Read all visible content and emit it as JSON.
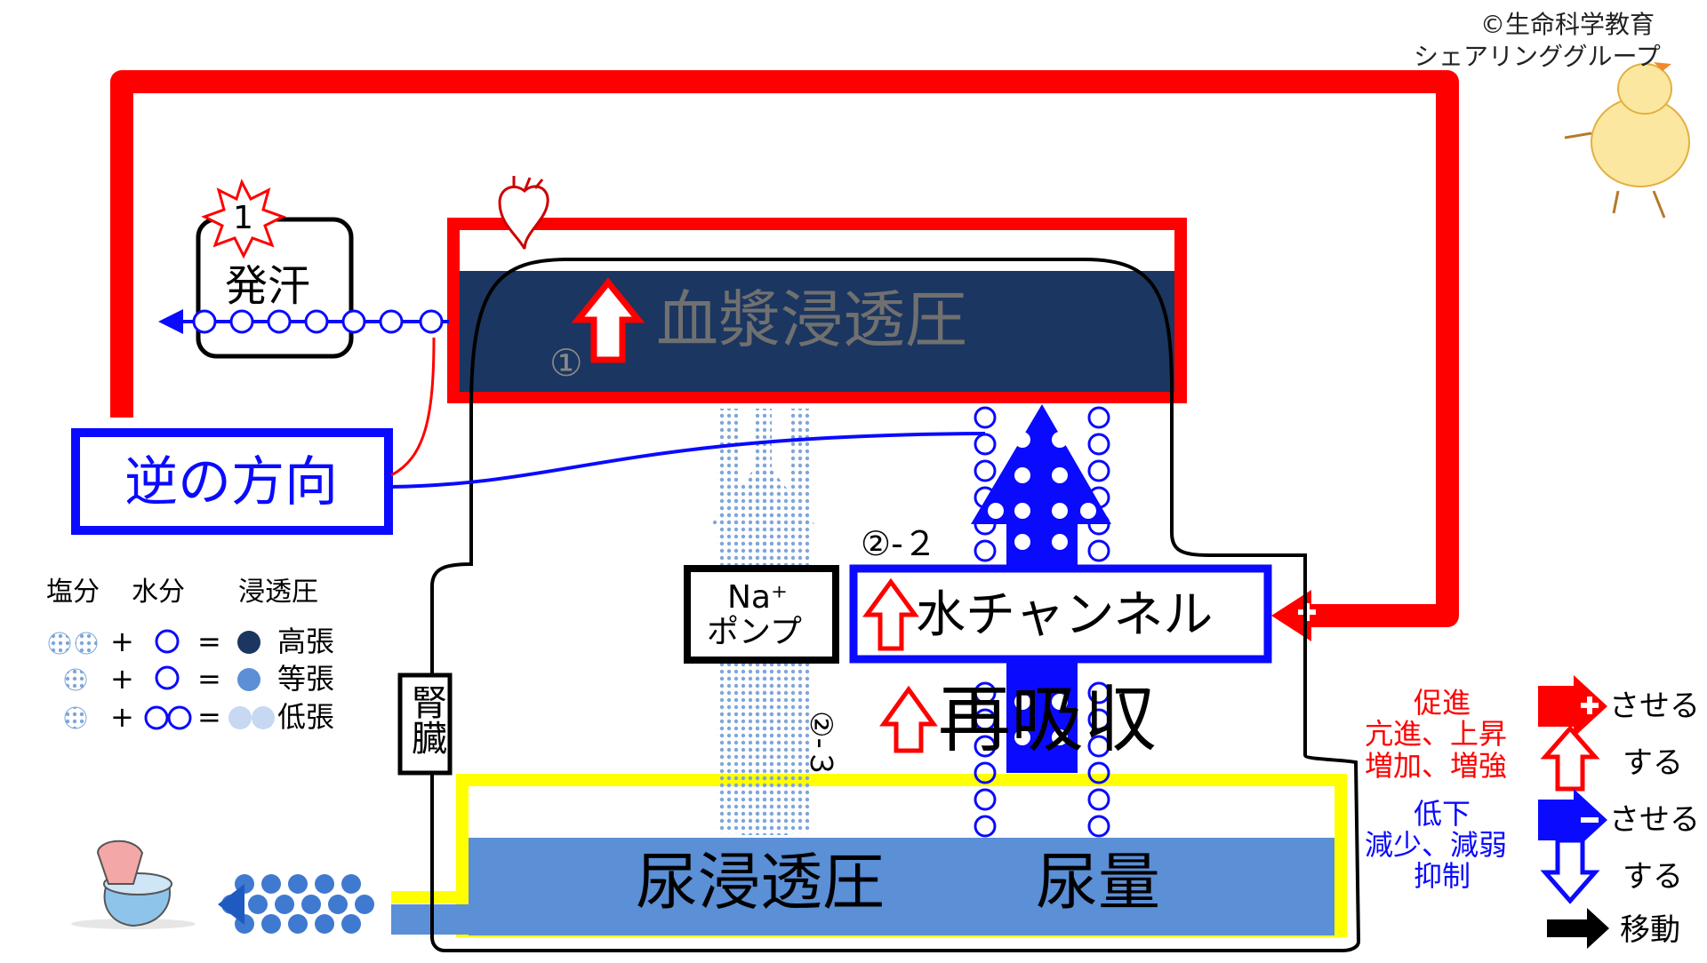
{
  "copyright": {
    "line1": "©生命科学教育",
    "line2": "シェアリンググループ"
  },
  "sweat": {
    "badge": "1",
    "label": "発汗"
  },
  "reverse_box": {
    "label": "逆の方向"
  },
  "plasma": {
    "label": "血漿浸透圧",
    "marker": "①"
  },
  "na_pump": {
    "line1": "Na⁺",
    "line2": "ポンプ"
  },
  "water_channel": {
    "label": "水チャンネル",
    "marker": "②-２"
  },
  "reabsorption": {
    "label": "再吸収",
    "marker": "②-３"
  },
  "kidney": {
    "label": "腎臓"
  },
  "urine": {
    "osmotic_label": "尿浸透圧",
    "volume_label": "尿量"
  },
  "tonicity_legend": {
    "headers": [
      "塩分",
      "水分",
      "浸透圧"
    ],
    "rows": [
      {
        "plus": "+",
        "eq": "=",
        "label": "高張"
      },
      {
        "plus": "+",
        "eq": "=",
        "label": "等張"
      },
      {
        "plus": "+",
        "eq": "=",
        "label": "低張"
      }
    ]
  },
  "action_legend": {
    "promote": "促進",
    "increase": [
      "亢進、上昇",
      "増加、増強"
    ],
    "decrease_title": "低下",
    "decrease": [
      "減少、減弱",
      "抑制"
    ],
    "cause": "させる",
    "do": "する",
    "move": "移動"
  },
  "colors": {
    "red": "#ff0000",
    "blue": "#0a0aff",
    "navy": "#1b3660",
    "urine_blue": "#5b8fd6",
    "yellow": "#ffff00",
    "dot_light": "#8fb3e0"
  },
  "icons": [
    "heart-icon",
    "toilet-icon",
    "duck-icon",
    "star-badge-icon"
  ]
}
